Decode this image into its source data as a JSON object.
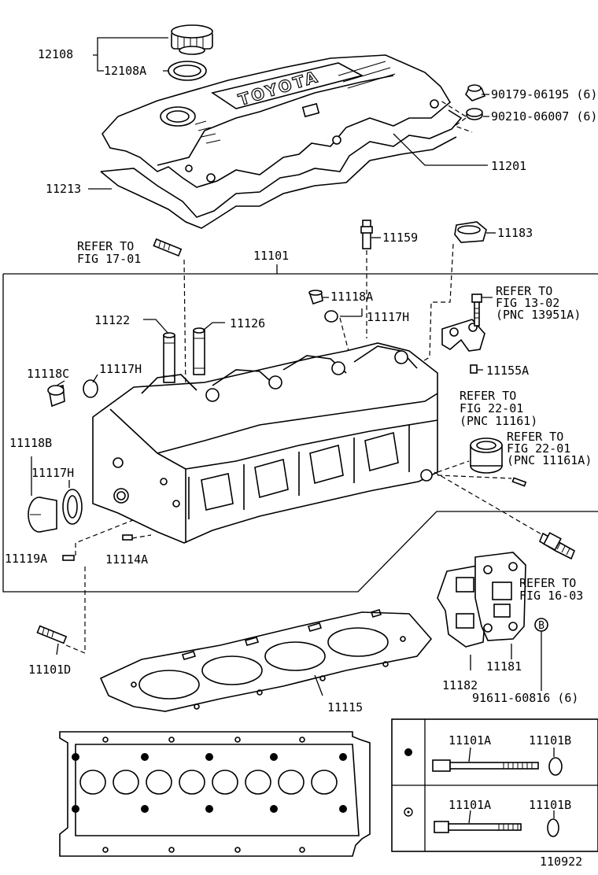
{
  "brand_text": "TOYOTA",
  "figure_id": "110922",
  "part_labels": {
    "p12108": "12108",
    "p12108A": "12108A",
    "p90179": "90179-06195 (6)",
    "p90210": "90210-06007 (6)",
    "p11201": "11201",
    "p11213": "11213",
    "p11159": "11159",
    "p11183": "11183",
    "p11101": "11101",
    "p11118A": "11118A",
    "p11117H_top": "11117H",
    "p11122": "11122",
    "p11126": "11126",
    "p11155A": "11155A",
    "p11118C": "11118C",
    "p11117H_left": "11117H",
    "p11118B": "11118B",
    "p11117H_low": "11117H",
    "p11119A": "11119A",
    "p11114A": "11114A",
    "p11101D": "11101D",
    "p11115": "11115",
    "p11182": "11182",
    "p11181": "11181",
    "p91611": "91611-60816 (6)"
  },
  "refer_notes": {
    "fig17": [
      "REFER TO",
      "FIG 17-01"
    ],
    "fig13": [
      "REFER TO",
      "FIG 13-02",
      "(PNC 13951A)"
    ],
    "fig22a": [
      "REFER TO",
      "FIG 22-01",
      "(PNC 11161)"
    ],
    "fig22b": [
      "REFER TO",
      "FIG 22-01",
      "(PNC 11161A)"
    ],
    "fig16": [
      "REFER TO",
      "FIG 16-03"
    ]
  },
  "marker_b": "B",
  "legend": {
    "row1": {
      "bolt": "11101A",
      "washer": "11101B"
    },
    "row2": {
      "bolt": "11101A",
      "washer": "11101B"
    }
  }
}
